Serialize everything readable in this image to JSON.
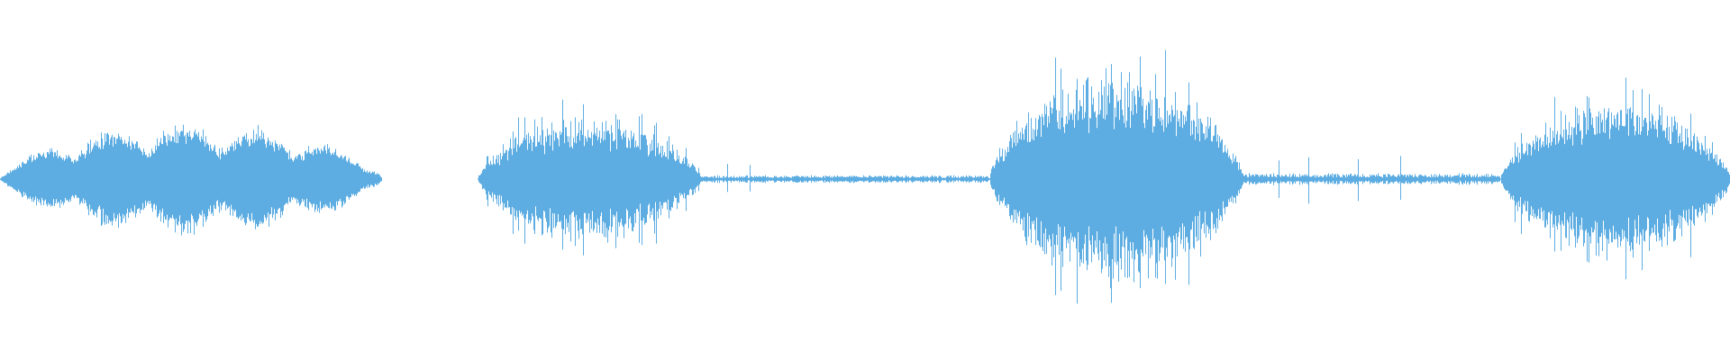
{
  "waveform": {
    "color": "#5dade2",
    "background": "#ffffff",
    "description_kind": "audio-amplitude-waveform",
    "duration_fraction_visible": 1.0,
    "segments": [
      {
        "kind": "voiced",
        "start": 0.0,
        "end": 0.221,
        "peak": 0.29,
        "shape": "tonal"
      },
      {
        "kind": "silence",
        "start": 0.221,
        "end": 0.276,
        "peak": 0.0
      },
      {
        "kind": "voiced",
        "start": 0.276,
        "end": 0.405,
        "peak": 0.32,
        "shape": "noisy"
      },
      {
        "kind": "low-noise",
        "start": 0.405,
        "end": 0.572,
        "peak": 0.02
      },
      {
        "kind": "voiced",
        "start": 0.572,
        "end": 0.718,
        "peak": 0.55,
        "shape": "noisy"
      },
      {
        "kind": "low-noise",
        "start": 0.718,
        "end": 0.867,
        "peak": 0.03
      },
      {
        "kind": "voiced",
        "start": 0.867,
        "end": 1.0,
        "peak": 0.41,
        "shape": "noisy"
      }
    ]
  }
}
